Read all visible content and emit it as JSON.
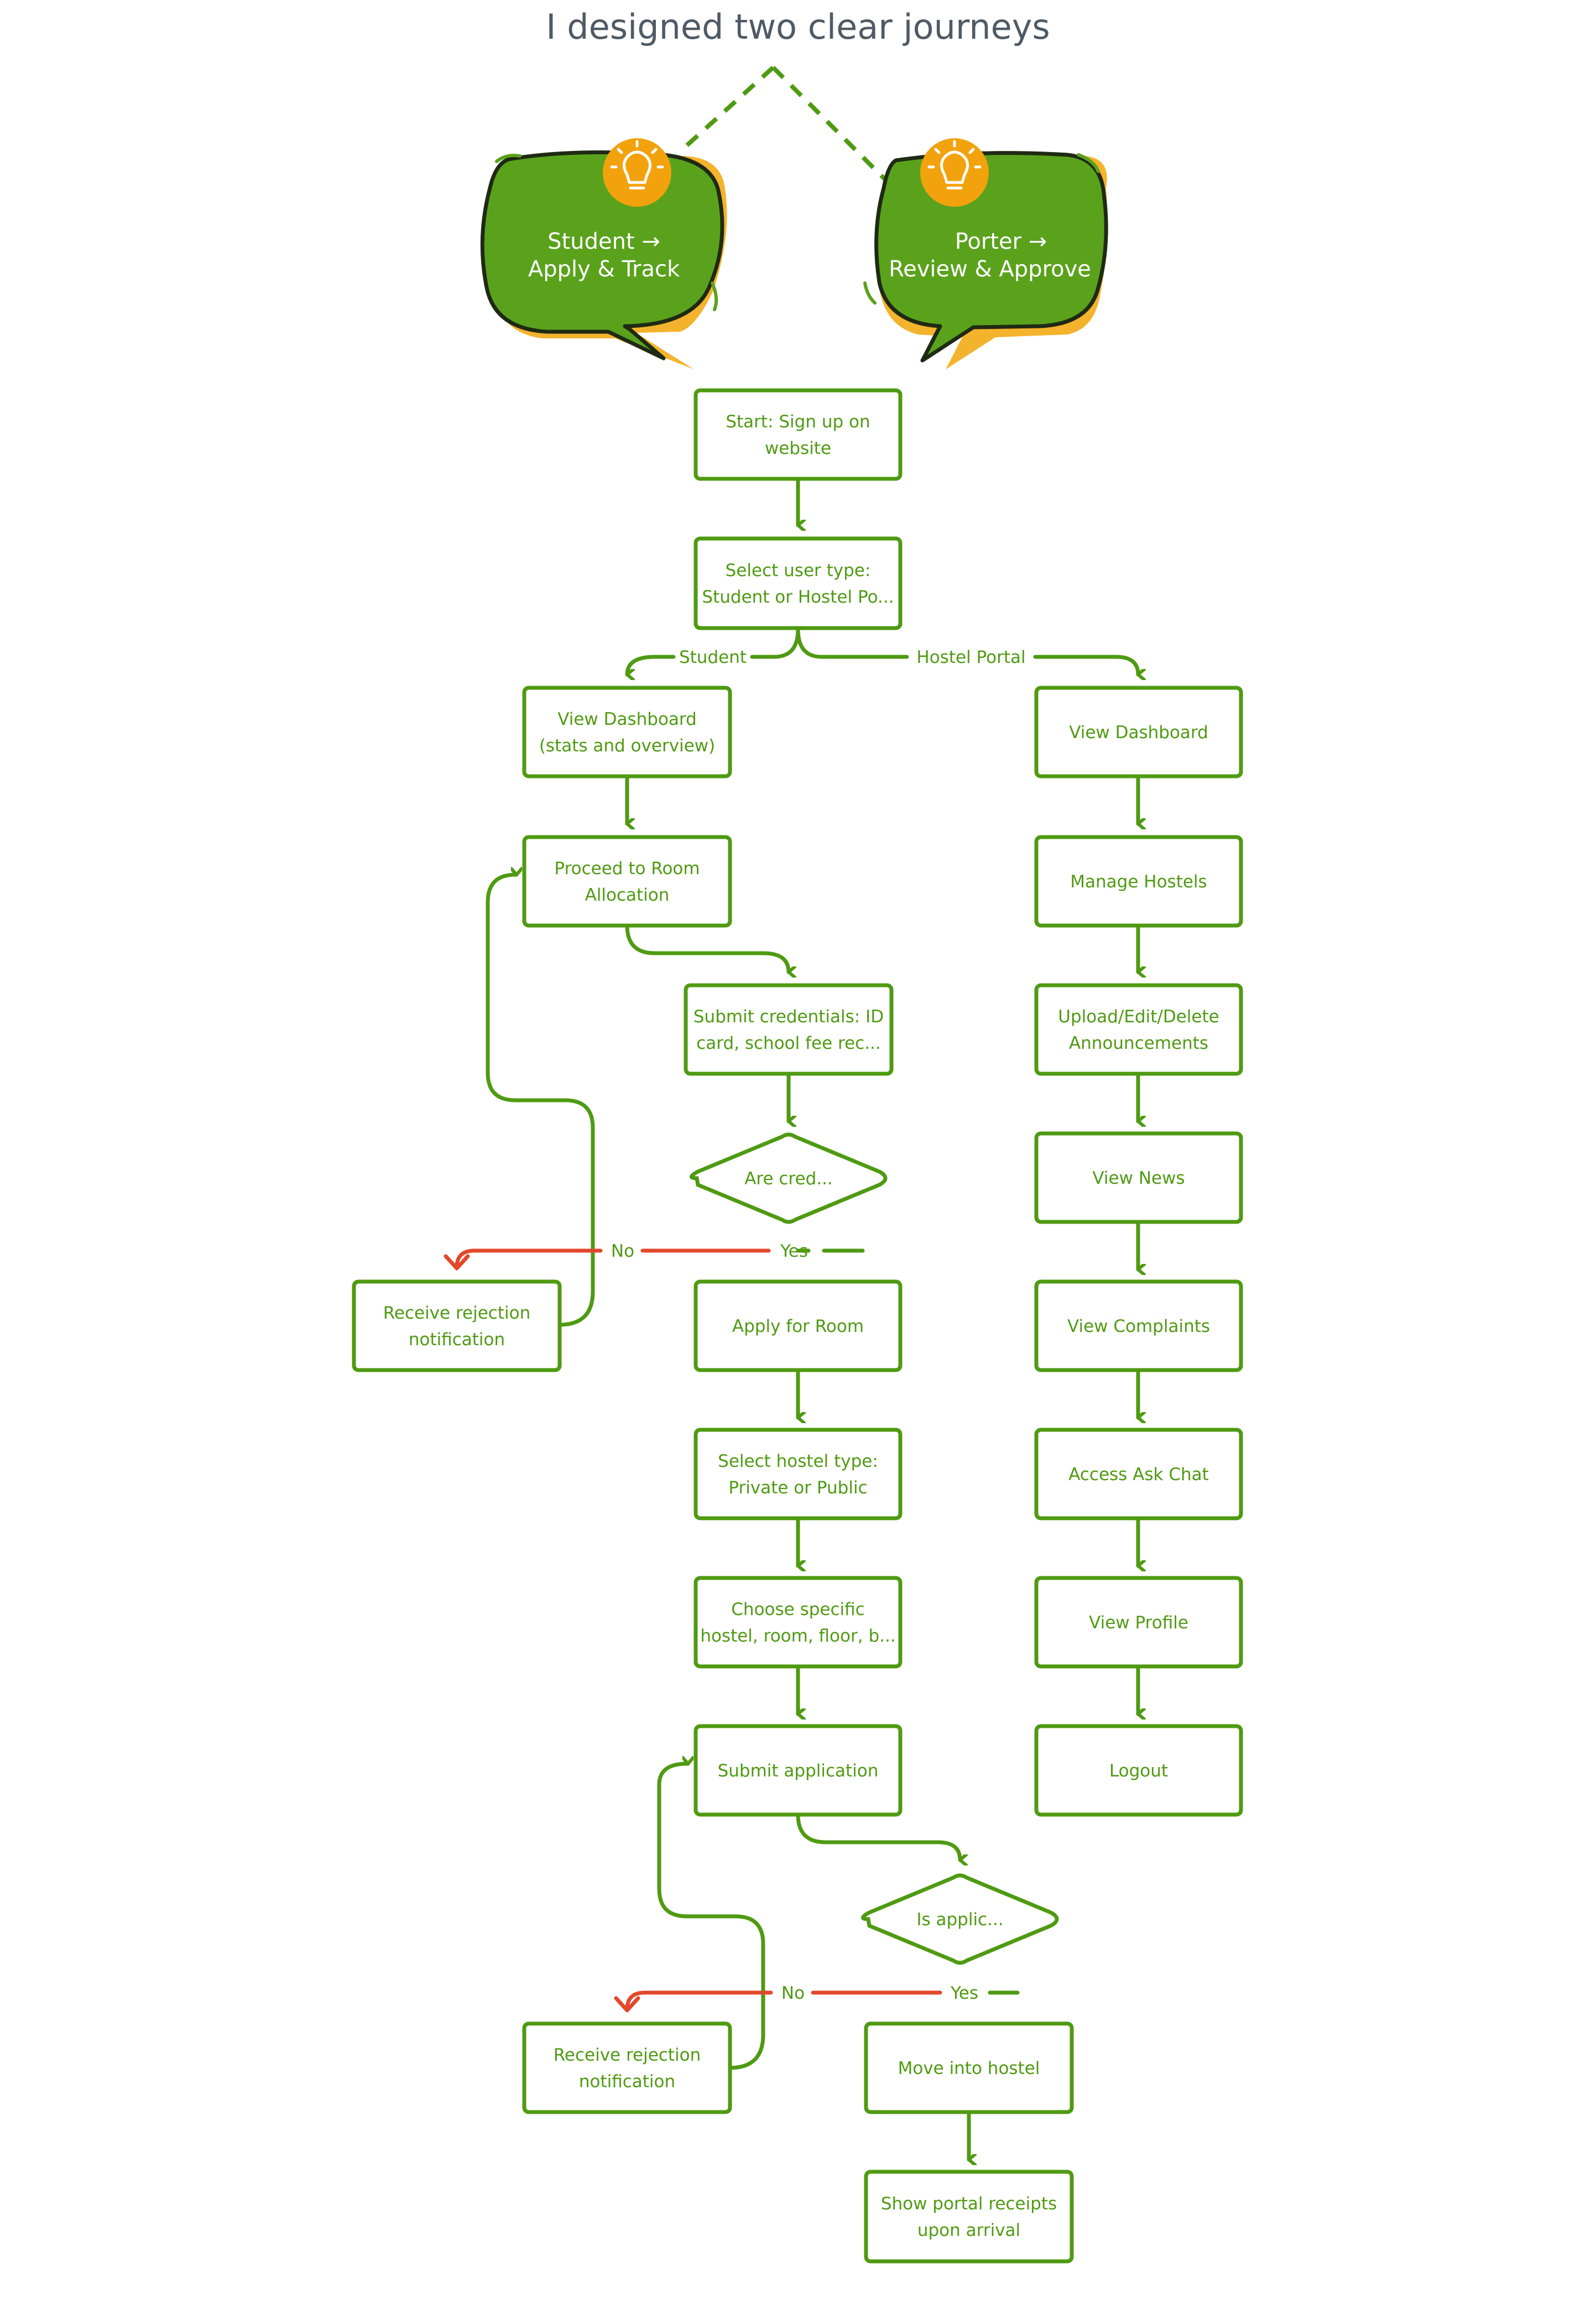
{
  "title": "I designed two clear journeys",
  "colors": {
    "green": "#4f9a12",
    "bubble_green": "#5aa21c",
    "bubble_accent": "#f4b32c",
    "bulb_circle": "#f2a20d",
    "red": "#e3482c",
    "title_gray": "#4f5a66"
  },
  "bubbles": {
    "student": {
      "line1": "Student →",
      "line2": "Apply & Track",
      "icon": "lightbulb-icon"
    },
    "porter": {
      "line1": "Porter →",
      "line2": "Review & Approve",
      "icon": "lightbulb-icon"
    }
  },
  "nodes": {
    "start": [
      "Start: Sign up on",
      "website"
    ],
    "select_user": [
      "Select user type:",
      "Student or Hostel Po..."
    ],
    "s_dashboard": [
      "View Dashboard",
      "(stats and overview)"
    ],
    "s_proceed": [
      "Proceed to Room",
      "Allocation"
    ],
    "s_submit_cred": [
      "Submit credentials: ID",
      "card, school fee rec..."
    ],
    "s_are_cred": [
      "Are cred..."
    ],
    "s_reject1": [
      "Receive rejection",
      "notification"
    ],
    "s_apply": [
      "Apply for Room"
    ],
    "s_select_hostel": [
      "Select hostel type:",
      "Private or Public"
    ],
    "s_choose": [
      "Choose specific",
      "hostel, room, floor, b..."
    ],
    "s_submit_app": [
      "Submit application"
    ],
    "s_is_applic": [
      "Is applic..."
    ],
    "s_reject2": [
      "Receive rejection",
      "notification"
    ],
    "s_move": [
      "Move into hostel"
    ],
    "s_receipts": [
      "Show portal receipts",
      "upon arrival"
    ],
    "p_dashboard": [
      "View Dashboard"
    ],
    "p_manage": [
      "Manage Hostels"
    ],
    "p_upload": [
      "Upload/Edit/Delete",
      "Announcements"
    ],
    "p_news": [
      "View News"
    ],
    "p_complaints": [
      "View Complaints"
    ],
    "p_chat": [
      "Access Ask Chat"
    ],
    "p_profile": [
      "View Profile"
    ],
    "p_logout": [
      "Logout"
    ]
  },
  "edge_labels": {
    "student": "Student",
    "hostel_portal": "Hostel Portal",
    "no1": "No",
    "yes1": "Yes",
    "no2": "No",
    "yes2": "Yes"
  }
}
